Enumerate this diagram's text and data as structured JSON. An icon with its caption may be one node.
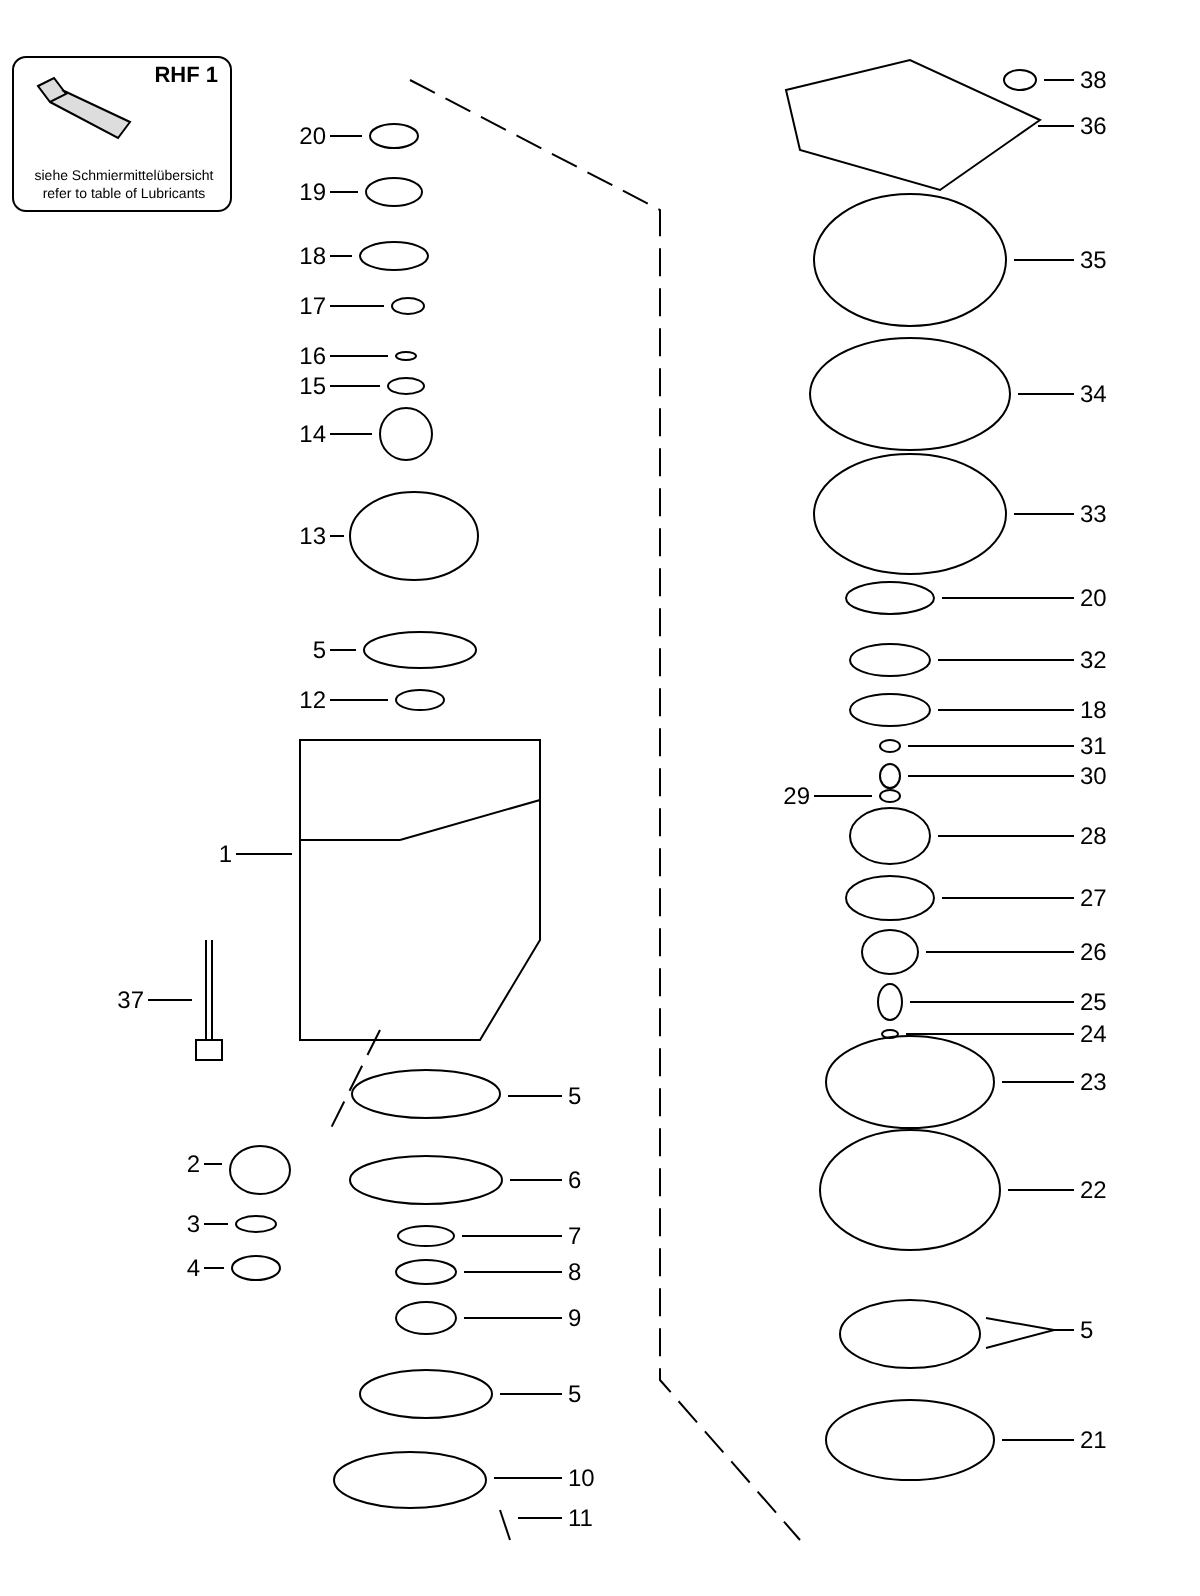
{
  "diagram": {
    "nodes": [
      {
        "text": [
          "RHF 1",
          "siehe Schmiermittelübersicht refer to table of Lubricants"
        ]
      },
      {
        "text": [
          "20"
        ]
      },
      {
        "text": [
          "19"
        ]
      },
      {
        "text": [
          "18"
        ]
      },
      {
        "text": [
          "17"
        ]
      },
      {
        "text": [
          "16"
        ]
      },
      {
        "text": [
          "15"
        ]
      },
      {
        "text": [
          "14"
        ]
      },
      {
        "text": [
          "13"
        ]
      },
      {
        "text": [
          "5"
        ]
      },
      {
        "text": [
          "12"
        ]
      },
      {
        "text": [
          "1"
        ]
      },
      {
        "text": [
          "37"
        ]
      },
      {
        "text": [
          "2"
        ]
      },
      {
        "text": [
          "3"
        ]
      },
      {
        "text": [
          "4"
        ]
      },
      {
        "text": [
          "5"
        ]
      },
      {
        "text": [
          "6"
        ]
      },
      {
        "text": [
          "7"
        ]
      },
      {
        "text": [
          "8"
        ]
      },
      {
        "text": [
          "9"
        ]
      },
      {
        "text": [
          "5"
        ]
      },
      {
        "text": [
          "10"
        ]
      },
      {
        "text": [
          "11"
        ]
      },
      {
        "text": [
          "38"
        ]
      },
      {
        "text": [
          "36"
        ]
      },
      {
        "text": [
          "35"
        ]
      },
      {
        "text": [
          "34"
        ]
      },
      {
        "text": [
          "33"
        ]
      },
      {
        "text": [
          "20"
        ]
      },
      {
        "text": [
          "32"
        ]
      },
      {
        "text": [
          "18"
        ]
      },
      {
        "text": [
          "31"
        ]
      },
      {
        "text": [
          "30"
        ]
      },
      {
        "text": [
          "29"
        ]
      },
      {
        "text": [
          "28"
        ]
      },
      {
        "text": [
          "27"
        ]
      },
      {
        "text": [
          "26"
        ]
      },
      {
        "text": [
          "25"
        ]
      },
      {
        "text": [
          "24"
        ]
      },
      {
        "text": [
          "23"
        ]
      },
      {
        "text": [
          "22"
        ]
      },
      {
        "text": [
          "5"
        ]
      },
      {
        "text": [
          "21"
        ]
      }
    ],
    "edges": [
      {
        "from": 1,
        "to": null,
        "arrow": "none"
      },
      {
        "from": 2,
        "to": null,
        "arrow": "none"
      },
      {
        "from": 3,
        "to": null,
        "arrow": "none"
      },
      {
        "from": 4,
        "to": null,
        "arrow": "none"
      },
      {
        "from": 5,
        "to": null,
        "arrow": "none"
      },
      {
        "from": 6,
        "to": null,
        "arrow": "none"
      },
      {
        "from": 7,
        "to": null,
        "arrow": "none"
      },
      {
        "from": 8,
        "to": null,
        "arrow": "none"
      },
      {
        "from": 9,
        "to": null,
        "arrow": "none"
      },
      {
        "from": 10,
        "to": null,
        "arrow": "none"
      },
      {
        "from": 11,
        "to": null,
        "arrow": "none"
      },
      {
        "from": 12,
        "to": null,
        "arrow": "none"
      },
      {
        "from": 13,
        "to": null,
        "arrow": "none"
      },
      {
        "from": 14,
        "to": null,
        "arrow": "none"
      },
      {
        "from": 15,
        "to": null,
        "arrow": "none"
      },
      {
        "from": 16,
        "to": null,
        "arrow": "none"
      },
      {
        "from": 17,
        "to": null,
        "arrow": "none"
      },
      {
        "from": 18,
        "to": null,
        "arrow": "none"
      },
      {
        "from": 19,
        "to": null,
        "arrow": "none"
      },
      {
        "from": 20,
        "to": null,
        "arrow": "none"
      },
      {
        "from": 21,
        "to": null,
        "arrow": "none"
      },
      {
        "from": 22,
        "to": null,
        "arrow": "none"
      },
      {
        "from": 23,
        "to": null,
        "arrow": "none"
      },
      {
        "from": 24,
        "to": null,
        "arrow": "none"
      },
      {
        "from": 25,
        "to": null,
        "arrow": "none"
      },
      {
        "from": 26,
        "to": null,
        "arrow": "none"
      },
      {
        "from": 27,
        "to": null,
        "arrow": "none"
      },
      {
        "from": 28,
        "to": null,
        "arrow": "none"
      },
      {
        "from": 29,
        "to": null,
        "arrow": "none"
      },
      {
        "from": 30,
        "to": null,
        "arrow": "none"
      },
      {
        "from": 31,
        "to": null,
        "arrow": "none"
      },
      {
        "from": 32,
        "to": null,
        "arrow": "none"
      },
      {
        "from": 33,
        "to": null,
        "arrow": "none"
      },
      {
        "from": 34,
        "to": null,
        "arrow": "none"
      },
      {
        "from": 35,
        "to": null,
        "arrow": "none"
      },
      {
        "from": 36,
        "to": null,
        "arrow": "none"
      },
      {
        "from": 37,
        "to": null,
        "arrow": "none"
      },
      {
        "from": 38,
        "to": null,
        "arrow": "none"
      },
      {
        "from": 39,
        "to": null,
        "arrow": "none"
      },
      {
        "from": 40,
        "to": null,
        "arrow": "none"
      },
      {
        "from": 41,
        "to": null,
        "arrow": "none"
      },
      {
        "from": 42,
        "to": null,
        "arrow": "none"
      },
      {
        "from": 42,
        "to": null,
        "arrow": "none"
      },
      {
        "from": 43,
        "to": null,
        "arrow": "none"
      }
    ]
  }
}
